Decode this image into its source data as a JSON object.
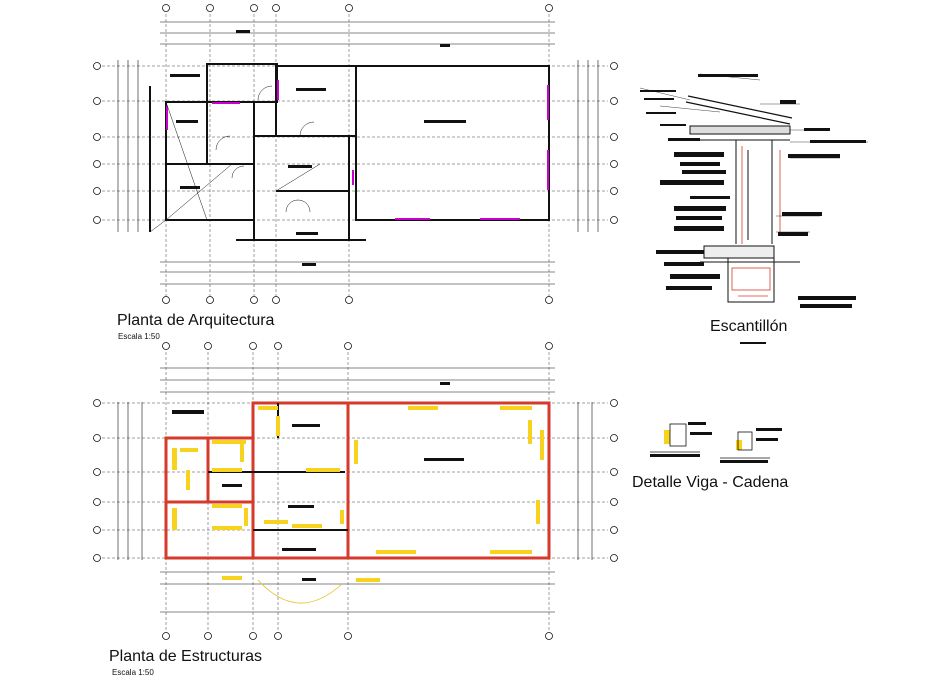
{
  "drawing": {
    "architecture": {
      "title": "Planta de Arquitectura",
      "scale": "Escala 1:50"
    },
    "section": {
      "title": "Escantillón"
    },
    "structure": {
      "title": "Planta de Estructuras",
      "scale": "Escala 1:50"
    },
    "detail": {
      "title": "Detalle Viga - Cadena"
    }
  },
  "colors": {
    "ink": "#111111",
    "wall_accent": "#cc00cc",
    "structural_fill": "#f7d21e",
    "column_red": "#d63a2a",
    "door_arc": "#e6c020"
  }
}
